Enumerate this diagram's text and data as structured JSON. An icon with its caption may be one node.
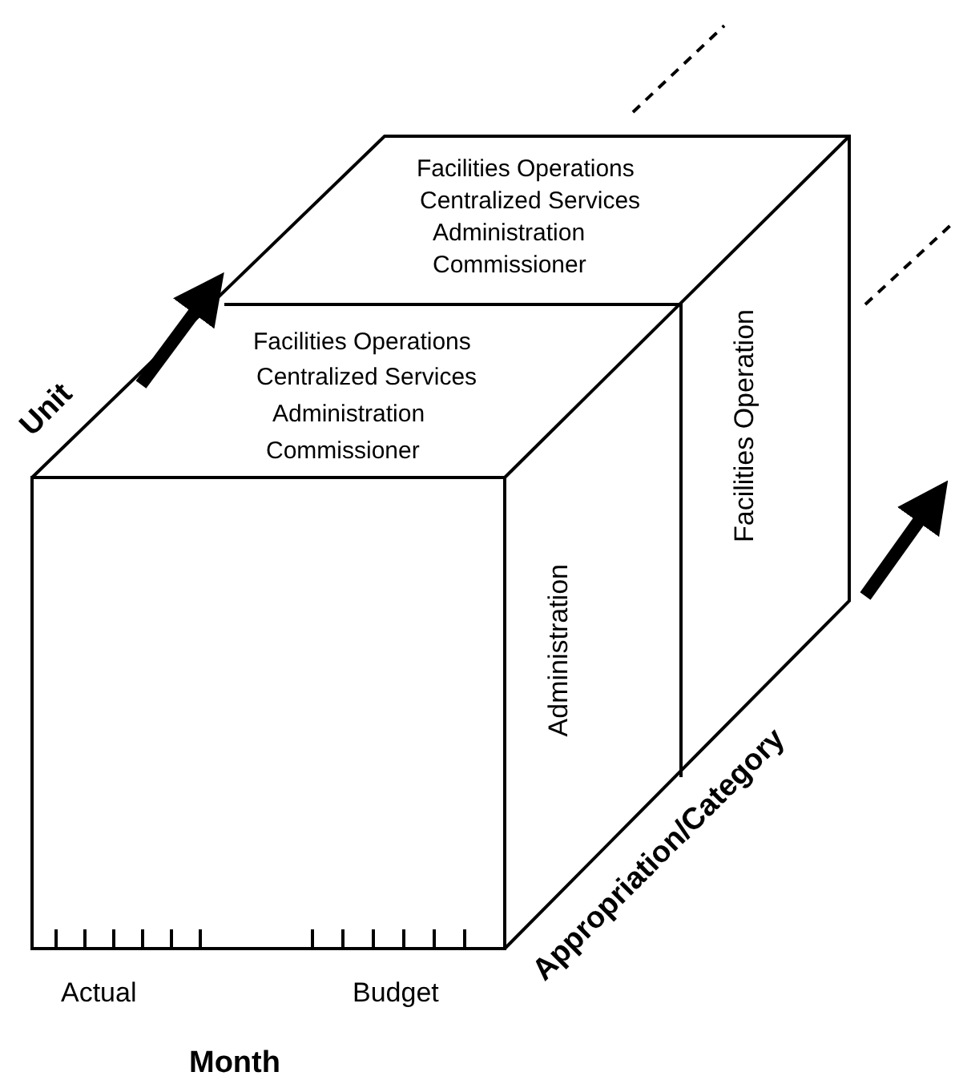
{
  "diagram": {
    "labels": [
      "Facilities Operations",
      "Centralized Services",
      "Administration",
      "Commissioner",
      "Facilities Operations",
      "Centralized Services",
      "Administration",
      "Commissioner",
      "Unit",
      "Facilities Operation",
      "Administration",
      "Appropriation/Category",
      "Actual",
      "Budget",
      "Month"
    ]
  }
}
